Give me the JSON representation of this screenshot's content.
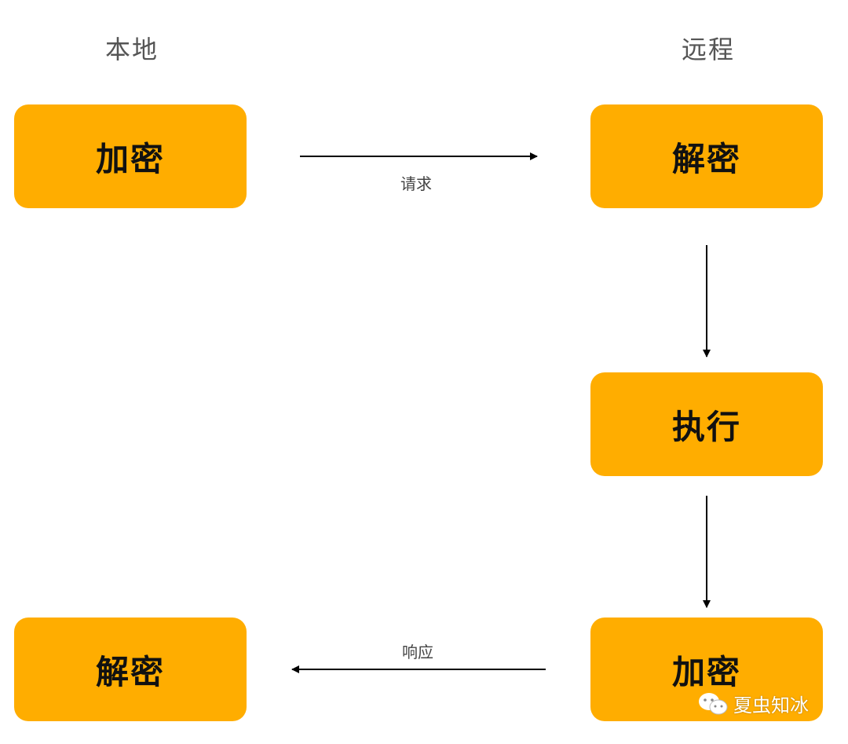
{
  "colors": {
    "box_fill": "#FFAD00",
    "box_text": "#111111",
    "arrow": "#000000",
    "header_text": "#555555"
  },
  "columns": {
    "local": "本地",
    "remote": "远程"
  },
  "nodes": {
    "local_encrypt": "加密",
    "remote_decrypt": "解密",
    "remote_execute": "执行",
    "remote_encrypt": "加密",
    "local_decrypt": "解密"
  },
  "edges": {
    "request": "请求",
    "response": "响应"
  },
  "watermark": {
    "text": "夏虫知冰",
    "icon": "wechat-icon"
  }
}
